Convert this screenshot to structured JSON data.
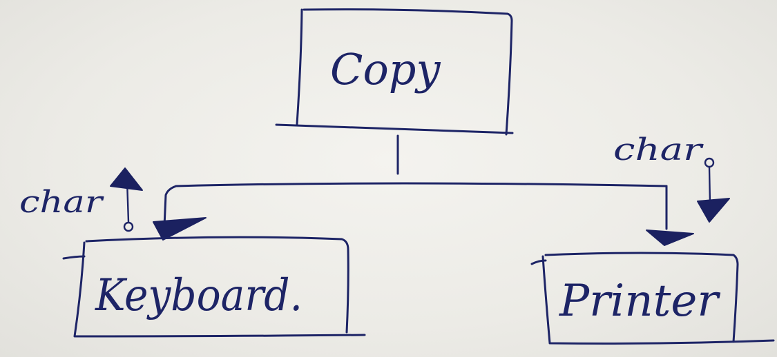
{
  "diagram": {
    "top_module": {
      "label": "Copy"
    },
    "left_module": {
      "label": "Keyboard."
    },
    "right_module": {
      "label": "Printer"
    },
    "left_data_couple": {
      "label": "char"
    },
    "right_data_couple": {
      "label": "char"
    }
  },
  "ink_color": "#1d2466",
  "paper_color": "#eeede8"
}
